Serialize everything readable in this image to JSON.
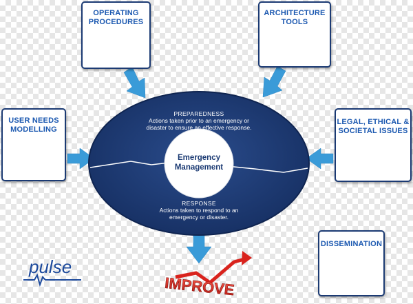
{
  "cards": {
    "operating_procedures": "OPERATING\nPROCEDURES",
    "architecture_tools": "ARCHITECTURE\nTOOLS",
    "user_needs_modelling": "USER NEEDS\nMODELLING",
    "legal_ethical_societal": "LEGAL, ETHICAL &\nSOCIETAL ISSUES",
    "dissemination": "DISSEMINATION"
  },
  "ellipse": {
    "preparedness_title": "PREPAREDNESS",
    "preparedness_desc": "Actions taken prior to an emergency or\ndisaster to ensure an effective response.",
    "center_label": "Emergency\nManagement",
    "response_title": "RESPONSE",
    "response_desc": "Actions taken to respond to an\nemergency or disaster."
  },
  "improve_label": "IMPROVE",
  "logo_text": "pulse",
  "colors": {
    "navy": "#1b3a73",
    "arrow_blue": "#3a9bd8",
    "card_title_blue": "#1b58b0",
    "improve_red": "#d9231d"
  }
}
